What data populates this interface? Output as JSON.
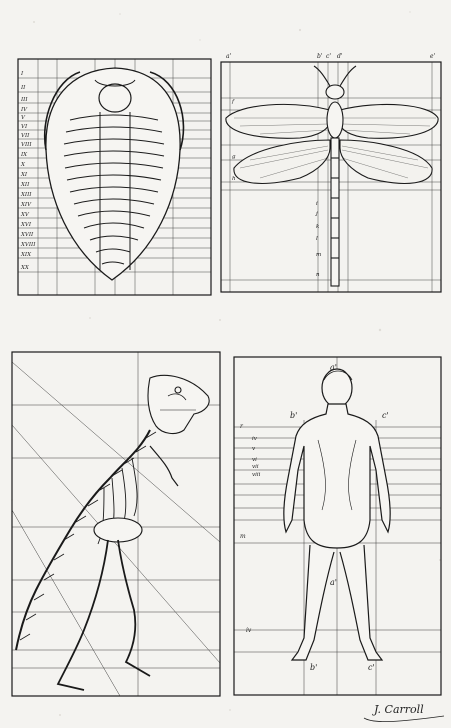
{
  "plate": {
    "paper_color": "#f4f3f0",
    "ink_color": "#1a1a1a",
    "signature": "J. Carroll"
  },
  "panels": {
    "trilobite": {
      "subject": "trilobite-specimen",
      "row_labels": [
        "I",
        "II",
        "III",
        "IV",
        "V",
        "VI",
        "VII",
        "VIII",
        "IX",
        "X",
        "XI",
        "XII",
        "XIII",
        "XIV",
        "XV",
        "XVI",
        "XVII",
        "XVIII",
        "XIX",
        "XX"
      ]
    },
    "dragonfly": {
      "subject": "dragonfly-specimen",
      "top_labels": [
        "a'",
        "b'",
        "c'",
        "d'",
        "e'"
      ],
      "side_labels": [
        "f",
        "g",
        "h",
        "i",
        "j",
        "k",
        "l",
        "m",
        "n"
      ]
    },
    "dinosaur": {
      "subject": "tyrannosaurus-skeleton"
    },
    "figure": {
      "subject": "human-figure-back-view",
      "labels": {
        "a_top": "a'",
        "b_upper": "b'",
        "c_upper": "c'",
        "r": "r",
        "iv": "iv",
        "v": "v",
        "vi": "vi",
        "vii": "vii",
        "viii": "viii",
        "m": "m",
        "a_mid": "a'",
        "iv_low": "iv",
        "b_low": "b'",
        "c_low": "c'"
      }
    }
  }
}
